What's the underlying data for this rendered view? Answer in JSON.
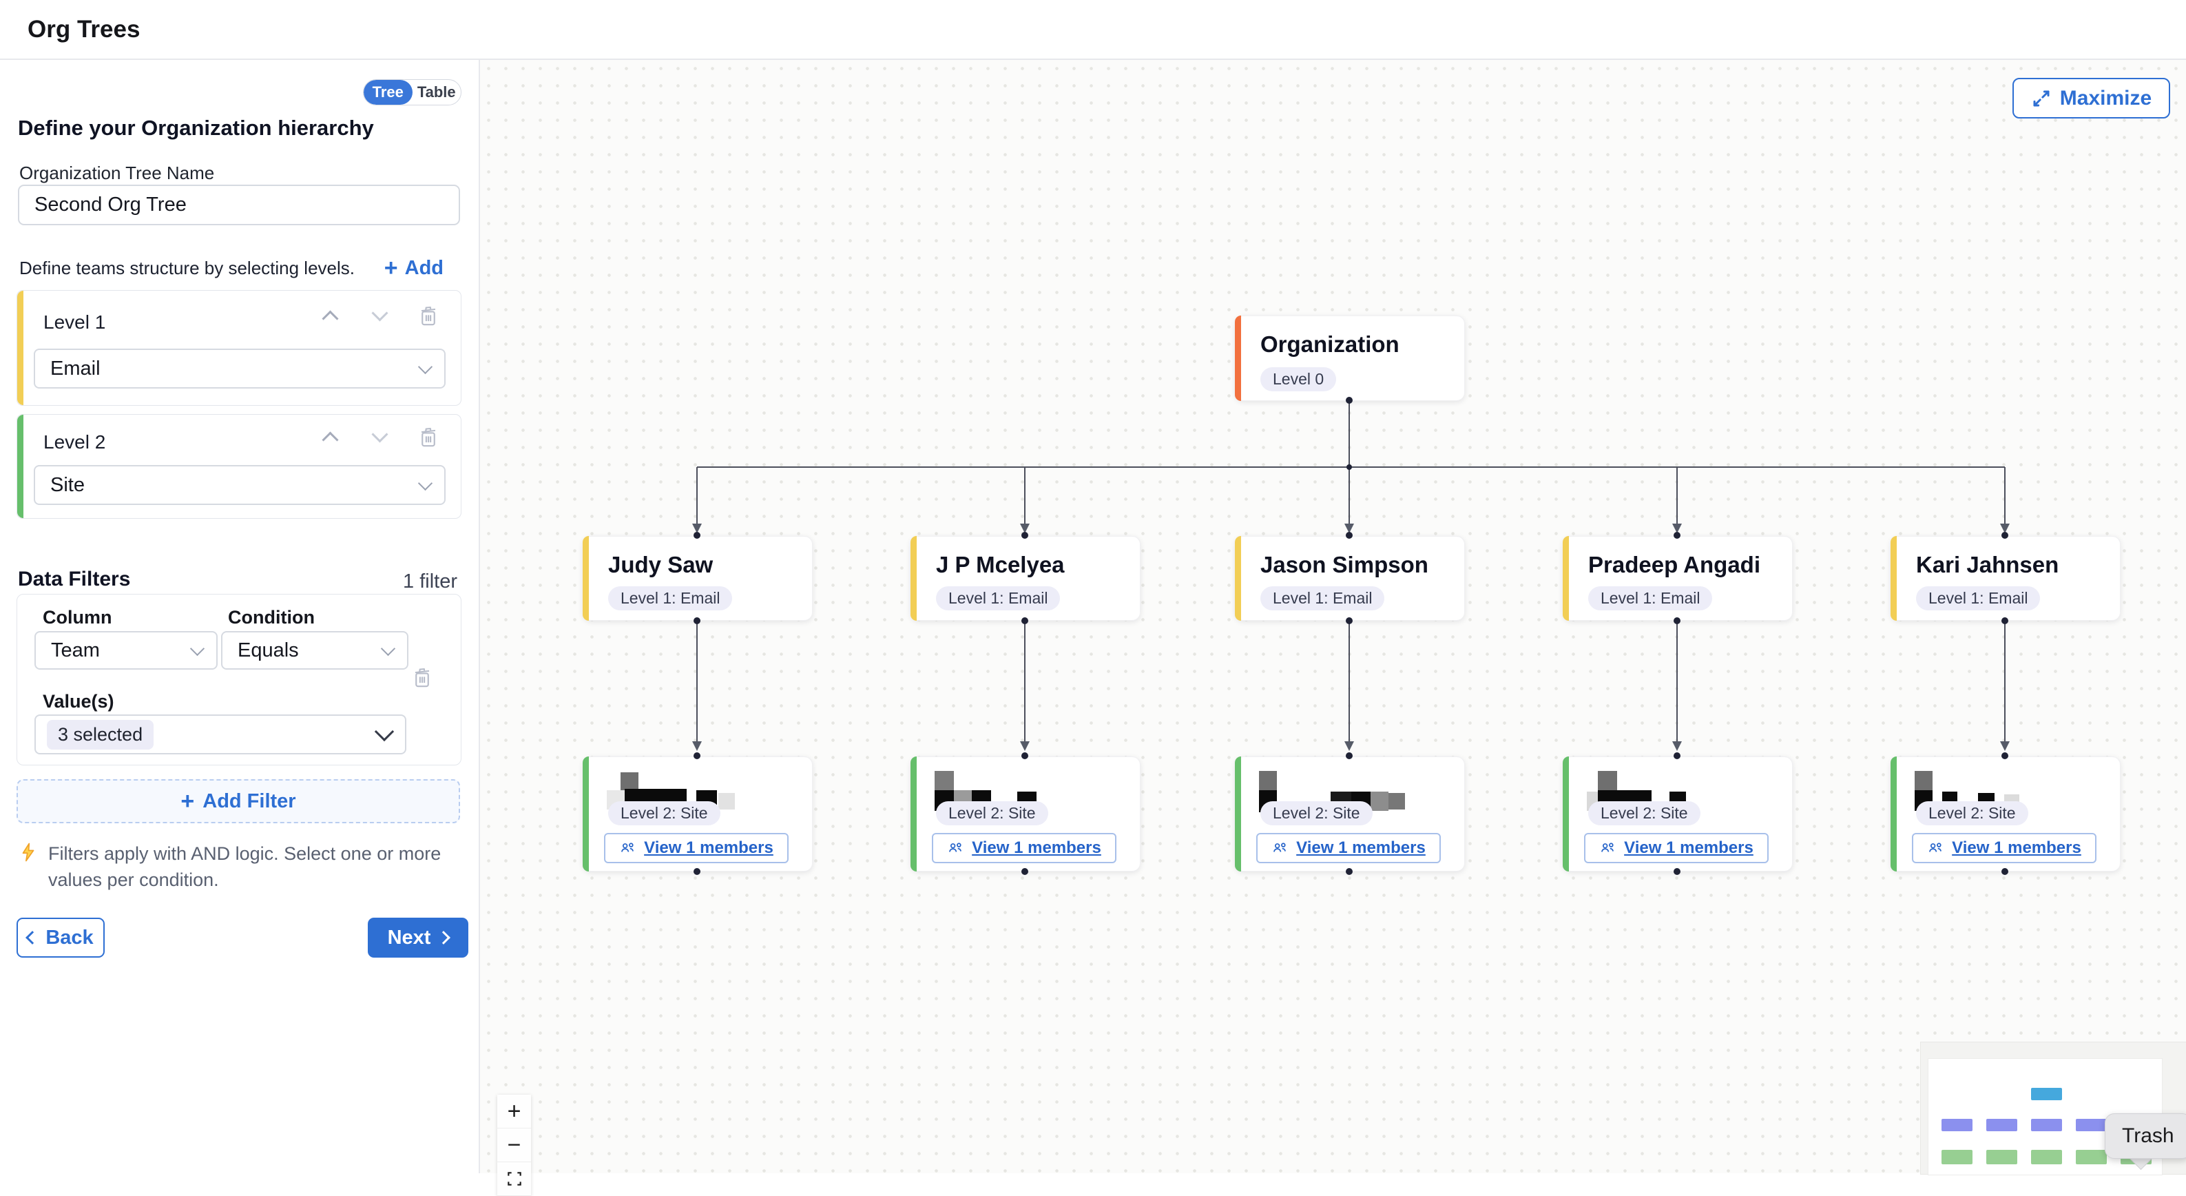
{
  "header": {
    "title": "Org Trees"
  },
  "sidebar": {
    "view_toggle": {
      "options": [
        "Tree",
        "Table"
      ],
      "selected": "Tree"
    },
    "heading": "Define your Organization hierarchy",
    "tree_name_label": "Organization Tree Name",
    "tree_name_value": "Second Org Tree",
    "levels_hint": "Define teams structure by selecting levels.",
    "add_level_label": "Add",
    "levels": [
      {
        "name": "Level 1",
        "field": "Email",
        "accent": "#f2ce55"
      },
      {
        "name": "Level 2",
        "field": "Site",
        "accent": "#66bf6b"
      }
    ],
    "filters": {
      "title": "Data Filters",
      "count": "1 filter",
      "column_label": "Column",
      "condition_label": "Condition",
      "values_label": "Value(s)",
      "column_value": "Team",
      "condition_value": "Equals",
      "values_value": "3 selected",
      "add_filter_label": "Add Filter",
      "note": "Filters apply with AND logic. Select one or more values per condition."
    },
    "back_label": "Back",
    "next_label": "Next"
  },
  "canvas": {
    "maximize_label": "Maximize",
    "root_title": "Organization",
    "root_badge": "Level 0",
    "level1_badge": "Level 1: Email",
    "level2_badge": "Level 2: Site",
    "view_members_label": "View 1 members",
    "people": [
      "Judy Saw",
      "J P Mcelyea",
      "Jason Simpson",
      "Pradeep Angadi",
      "Kari Jahnsen"
    ],
    "zoom_in": "+",
    "zoom_out": "−",
    "tooltip": "Trash",
    "colors": {
      "accent_blue": "#2e6fd3",
      "root_accent": "#f2703e",
      "level1_accent": "#f2ce55",
      "level2_accent": "#66bf6b",
      "badge_bg": "#ededf8",
      "minimap_root": "#45a8dd",
      "minimap_level1": "#8b90ee",
      "minimap_level2": "#97cf92"
    }
  }
}
